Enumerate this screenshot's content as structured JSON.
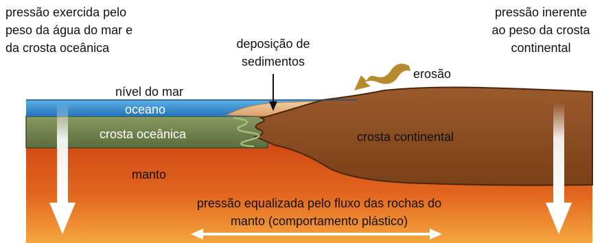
{
  "labels": {
    "sea_pressure": [
      "pressão exercida pelo",
      "peso da água do mar e",
      "da crosta oceânica"
    ],
    "continental_pressure": [
      "pressão inerente",
      "ao peso da crosta",
      "continental"
    ],
    "sediment_deposition": [
      "deposição de",
      "sedimentos"
    ],
    "erosion": "erosão",
    "sea_level": "nível do mar",
    "ocean": "oceano",
    "oceanic_crust": "crosta oceânica",
    "continental_crust": "crosta continental",
    "mantle": "manto",
    "equalized_pressure": [
      "pressão equalizada pelo fluxo das rochas do",
      "manto (comportamento plástico)"
    ]
  },
  "colors": {
    "ocean": "#2f86c8",
    "ocean_top": "#7cc0ea",
    "oceanic_crust": "#6f7f4d",
    "continental_crust": "#8e4f24",
    "mantle_top": "#d24a16",
    "mantle_bottom": "#f39b3a",
    "sediment": "#e8b984",
    "erosion_arrow": "#b88a2e"
  }
}
